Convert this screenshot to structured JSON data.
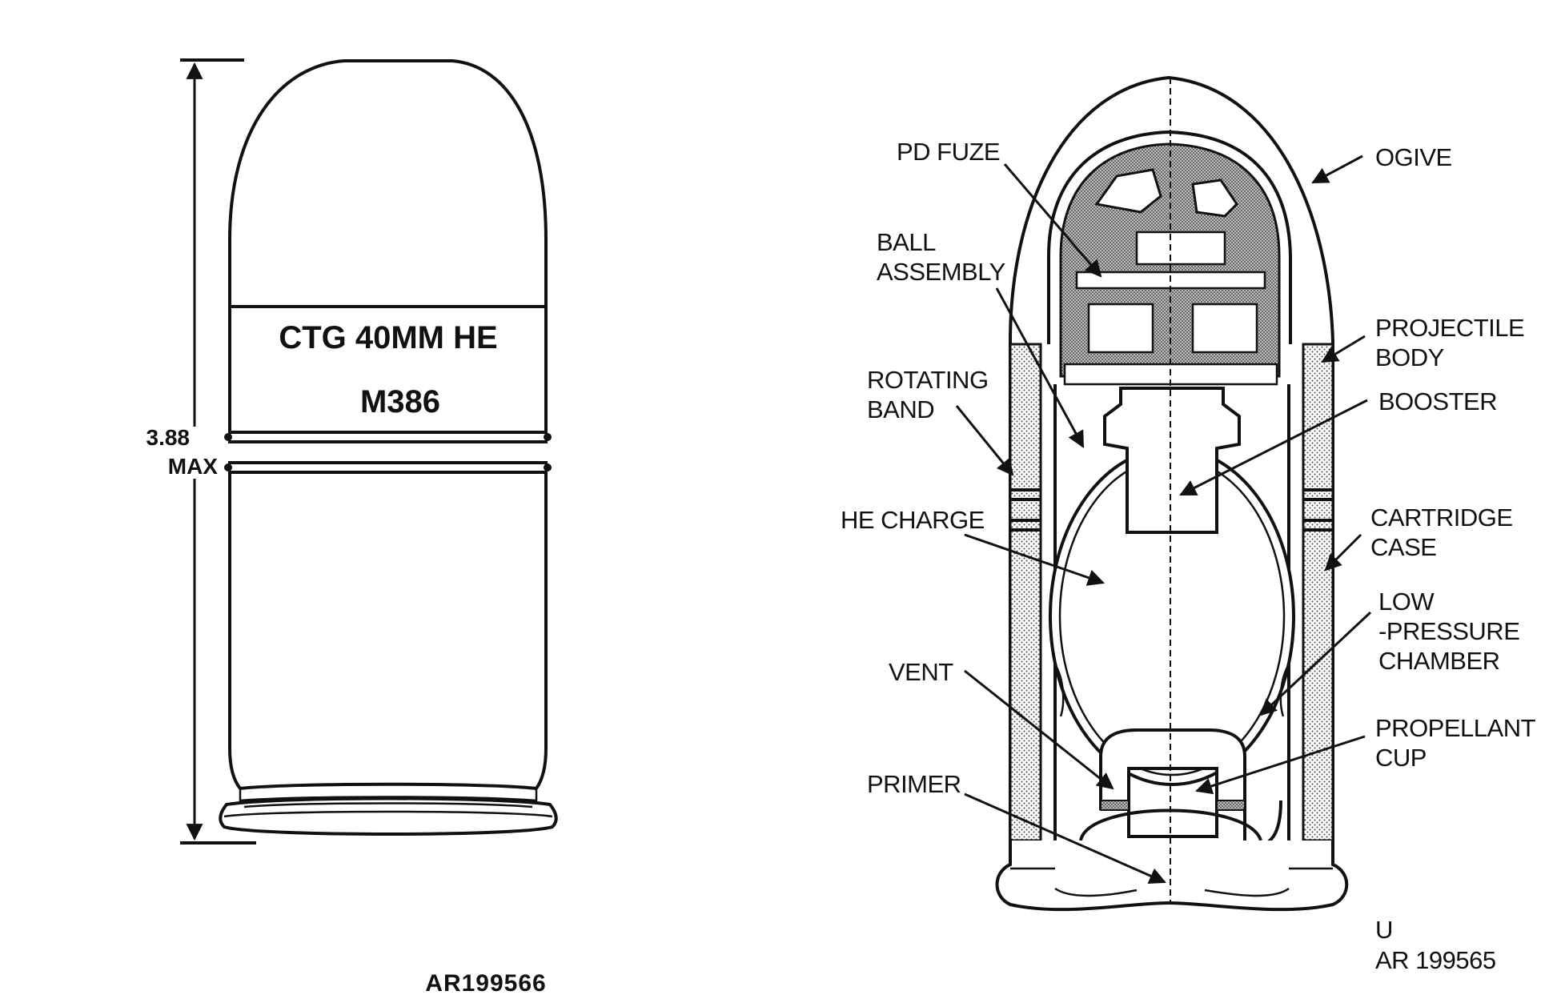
{
  "left_figure": {
    "band_line1": "CTG 40MM  HE",
    "band_line2": "M386",
    "dimension_value": "3.88",
    "dimension_note": "MAX",
    "figure_id": "AR199566"
  },
  "right_figure": {
    "labels": {
      "pd_fuze": "PD FUZE",
      "ball_assembly_1": "BALL",
      "ball_assembly_2": "ASSEMBLY",
      "rotating_band_1": "ROTATING",
      "rotating_band_2": "BAND",
      "he_charge": "HE CHARGE",
      "vent": "VENT",
      "primer": "PRIMER",
      "ogive": "OGIVE",
      "projectile_body_1": "PROJECTILE",
      "projectile_body_2": "BODY",
      "booster": "BOOSTER",
      "cartridge_case_1": "CARTRIDGE",
      "cartridge_case_2": "CASE",
      "low_pressure_1": "LOW",
      "low_pressure_2": "-PRESSURE",
      "low_pressure_3": "CHAMBER",
      "propellant_cup_1": "PROPELLANT",
      "propellant_cup_2": "CUP"
    },
    "classification": "U",
    "figure_id": "AR 199565"
  }
}
